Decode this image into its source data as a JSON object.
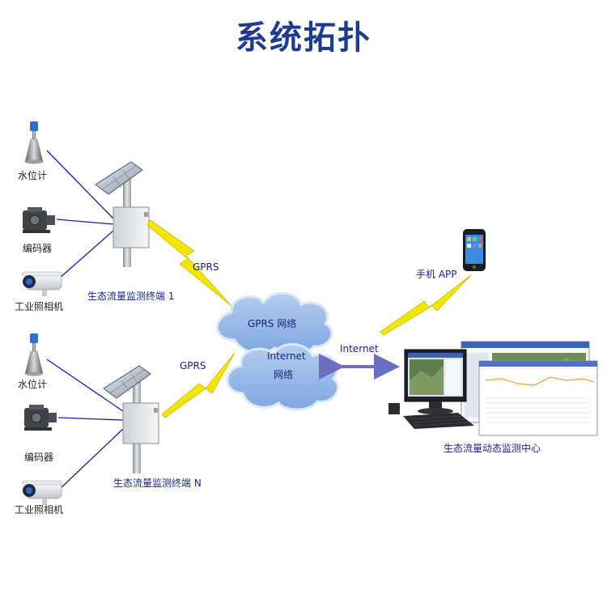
{
  "title": "系统拓扑",
  "colors": {
    "title": "#1f3b8c",
    "link_line": "#1a1aa6",
    "lightning": "#f2e600",
    "cloud_fill": "#8fb3e8",
    "cloud_stroke": "#c9dcf5",
    "arrow": "#6b6fbf"
  },
  "groups": [
    {
      "terminal_label": "生态流量监测终端 1",
      "gprs_label": "GPRS",
      "devices": [
        {
          "label": "水位计",
          "icon": "water-level-sensor-icon"
        },
        {
          "label": "编码器",
          "icon": "encoder-icon"
        },
        {
          "label": "工业照相机",
          "icon": "industrial-camera-icon"
        }
      ]
    },
    {
      "terminal_label": "生态流量监测终端 N",
      "gprs_label": "GPRS",
      "devices": [
        {
          "label": "水位计",
          "icon": "water-level-sensor-icon"
        },
        {
          "label": "编码器",
          "icon": "encoder-icon"
        },
        {
          "label": "工业照相机",
          "icon": "industrial-camera-icon"
        }
      ]
    }
  ],
  "network": {
    "gprs_cloud_label": "GPRS 网络",
    "internet_cloud_label_line1": "Internet",
    "internet_cloud_label_line2": "网络",
    "internet_link_label": "Internet"
  },
  "mobile": {
    "label": "手机 APP",
    "icon": "smartphone-icon"
  },
  "center": {
    "label": "生态流量动态监测中心",
    "icon": "monitoring-workstation-icon"
  }
}
